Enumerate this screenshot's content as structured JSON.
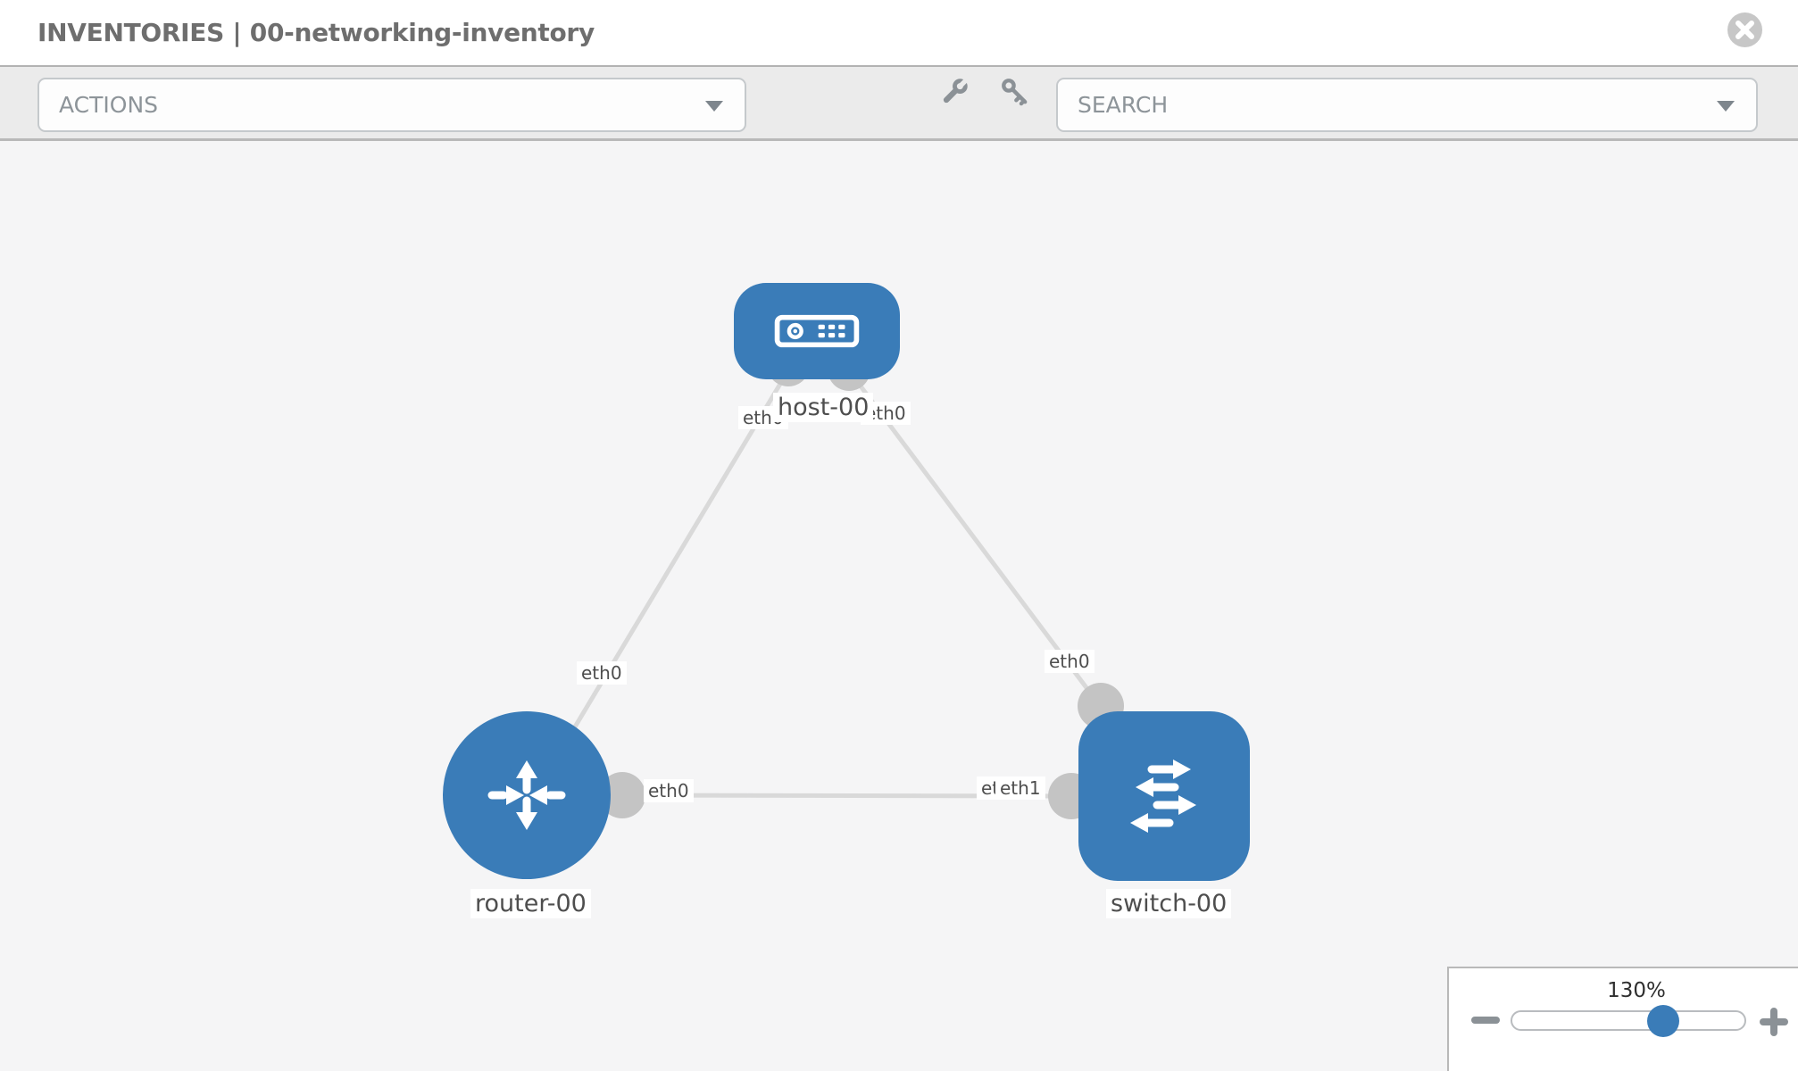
{
  "header": {
    "title": "INVENTORIES | 00-networking-inventory"
  },
  "toolbar": {
    "actions_label": "ACTIONS",
    "search_label": "SEARCH",
    "icons": [
      "wrench-icon",
      "key-icon"
    ]
  },
  "colors": {
    "node_blue": "#3a7cb8",
    "link_gray": "#d9d9d9",
    "dot_gray": "#c4c4c4",
    "canvas_bg": "#f5f5f6",
    "toolbar_bg": "#ebebeb",
    "chip_bg": "#ffffff",
    "label_text": "#4e4e4e",
    "title_text": "#6e6e6e"
  },
  "diagram": {
    "nodes": [
      {
        "id": "host-00",
        "type": "host",
        "label": "host-00"
      },
      {
        "id": "router-00",
        "type": "router",
        "label": "router-00"
      },
      {
        "id": "switch-00",
        "type": "switch",
        "label": "switch-00"
      }
    ],
    "links": [
      {
        "from": "host-00",
        "to": "router-00",
        "from_interface": "eth0",
        "to_interface": "eth0"
      },
      {
        "from": "host-00",
        "to": "switch-00",
        "from_interface": "eth0",
        "to_interface": "eth0"
      },
      {
        "from": "router-00",
        "to": "switch-00",
        "from_interface": "eth0",
        "to_interface": "eth1"
      }
    ],
    "interface_labels": {
      "host_left": "eth0",
      "host_right": "eth0",
      "router_link_mid": "eth0",
      "switch_link_mid": "eth0",
      "router_right": "eth0",
      "switch_left_back": "eth0",
      "switch_left_front": "eth1"
    }
  },
  "zoom_control": {
    "value": "130%"
  }
}
